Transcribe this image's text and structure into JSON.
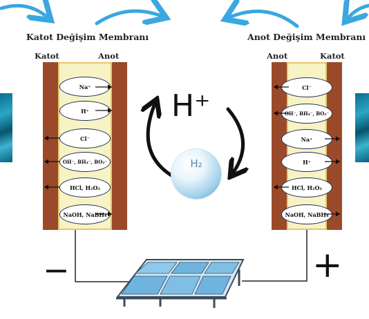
{
  "diagram": {
    "left_cell": {
      "title": "Katot Değişim Membranı",
      "electrode_left": "Katot",
      "electrode_right": "Anot",
      "ions": [
        {
          "label": "Na⁺",
          "direction": "right"
        },
        {
          "label": "H⁺",
          "direction": "right"
        },
        {
          "label": "Cl⁻",
          "direction": "left"
        },
        {
          "label": "OH⁻, BH₄⁻, BO₂⁻",
          "direction": "left"
        },
        {
          "label": "HCl, H₂O₂",
          "direction": "left"
        },
        {
          "label": "NaOH, NaBH₄",
          "direction": "right"
        }
      ]
    },
    "right_cell": {
      "title": "Anot Değişim Membranı",
      "electrode_left": "Anot",
      "electrode_right": "Katot",
      "ions": [
        {
          "label": "Cl⁻",
          "direction": "left"
        },
        {
          "label": "OH⁻, BH₄⁻, BO₂⁻",
          "direction": "left"
        },
        {
          "label": "Na⁺",
          "direction": "right"
        },
        {
          "label": "H⁺",
          "direction": "right"
        },
        {
          "label": "HCl, H₂O₂",
          "direction": "left"
        },
        {
          "label": "NaOH, NaBH₄",
          "direction": "right"
        }
      ]
    },
    "center": {
      "ion_label": "H⁺",
      "bubble_label": "H₂"
    },
    "signs": {
      "negative": "−",
      "positive": "+"
    },
    "colors": {
      "electrode": "#9a4a2a",
      "membrane": "#f7f3c4",
      "membrane_border": "#e7c76a",
      "flow_arrow": "#3aa7e0",
      "solar_panel": "#6fb3df",
      "water": "#1d8fab"
    },
    "icons": [
      "arrow-up-right-icon",
      "arrow-down-right-icon",
      "arrow-up-left-icon",
      "cycle-arrow-icon",
      "hydrogen-bubble-icon",
      "solar-panel-icon",
      "water-icon"
    ]
  }
}
